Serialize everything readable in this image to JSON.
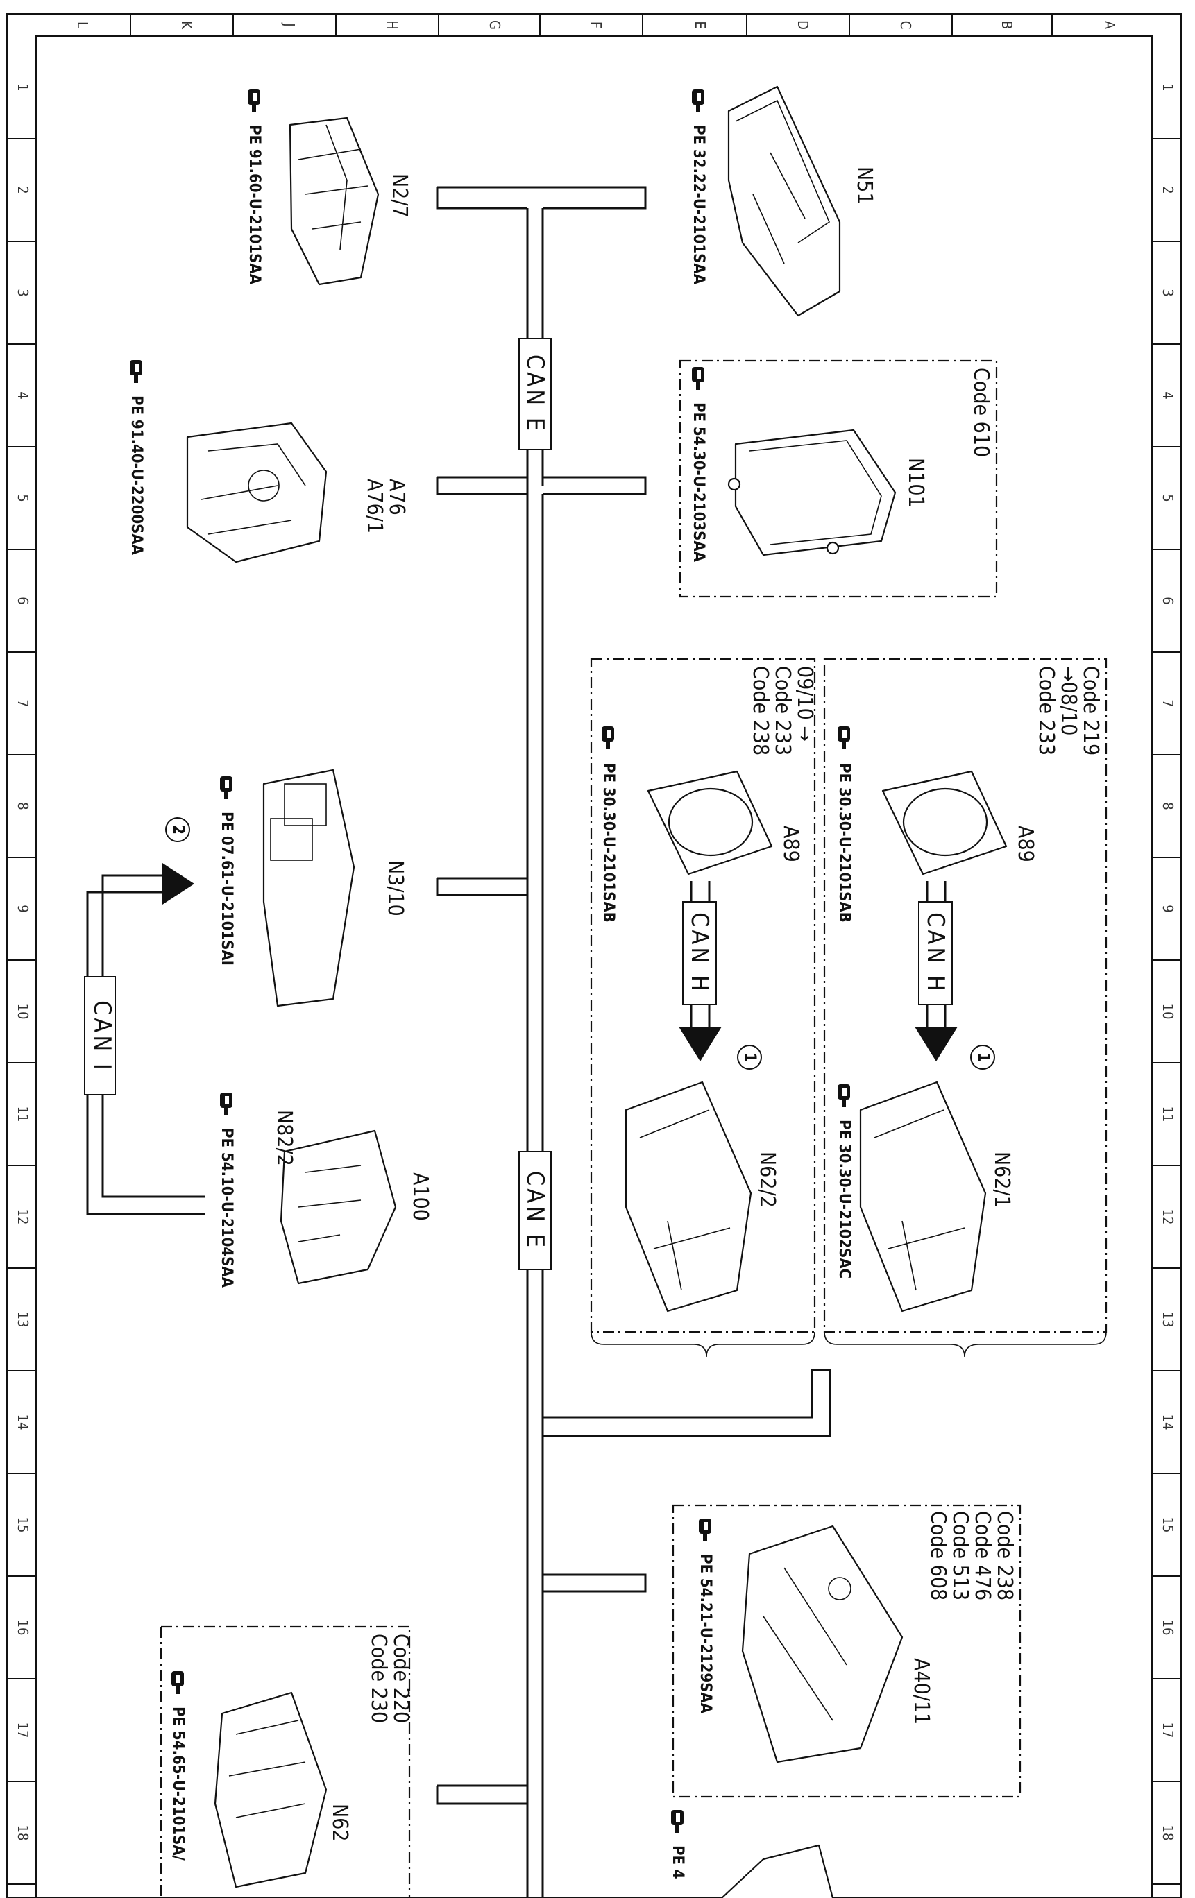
{
  "frame": {
    "rows": [
      "L",
      "K",
      "J",
      "H",
      "G",
      "F",
      "E",
      "D",
      "C",
      "B",
      "A"
    ],
    "cols": [
      "1",
      "2",
      "3",
      "4",
      "5",
      "6",
      "7",
      "8",
      "9",
      "10",
      "11",
      "12",
      "13",
      "14",
      "15",
      "16",
      "17",
      "18"
    ]
  },
  "bus_labels": {
    "can_e_top": "CAN E",
    "can_e_mid": "CAN E",
    "can_i": "CAN I",
    "can_h_upper": "CAN H",
    "can_h_lower": "CAN H"
  },
  "markers": {
    "one_a": "1",
    "one_b": "1",
    "two": "2"
  },
  "components": {
    "n51": {
      "name": "N51",
      "ref": "PE 32.22-U-2101SAA"
    },
    "n2_7": {
      "name": "N2/7",
      "ref": "PE 91.60-U-2101SAA"
    },
    "n101": {
      "name": "N101",
      "ref": "PE 54.30-U-2103SAA",
      "codes": [
        "Code 610"
      ]
    },
    "a76": {
      "name": "A76",
      "name2": "A76/1",
      "ref": "PE 91.40-U-2200SAA"
    },
    "box_upper": {
      "codes": [
        "Code 219",
        "→08/10",
        "Code 233"
      ]
    },
    "box_lower": {
      "codes": [
        "09/10 →",
        "Code 233",
        "Code 238"
      ]
    },
    "a89_upper": {
      "name": "A89",
      "ref": "PE 30.30-U-2101SAB"
    },
    "a89_lower": {
      "name": "A89",
      "ref": "PE 30.30-U-2101SAB"
    },
    "n62_1": {
      "name": "N62/1",
      "ref": "PE 30.30-U-2102SAC"
    },
    "n62_2": {
      "name": "N62/2"
    },
    "n3_10": {
      "name": "N3/10",
      "ref": "PE 07.61-U-2101SAI"
    },
    "a100": {
      "name": "A100",
      "name2": "N82/2",
      "ref": "PE 54.10-U-2104SAA"
    },
    "a40_11": {
      "name": "A40/11",
      "ref": "PE 54.21-U-2129SAA",
      "codes": [
        "Code 238",
        "Code 476",
        "Code 513",
        "Code 608"
      ]
    },
    "n62": {
      "name": "N62",
      "ref": "PE 54.65-U-2101SA/",
      "codes": [
        "Code 220",
        "Code 230"
      ]
    },
    "bottom_partial": {
      "ref": "PE 4"
    }
  },
  "icons": [
    "pointing-hand-icon",
    "arrow-icon"
  ]
}
